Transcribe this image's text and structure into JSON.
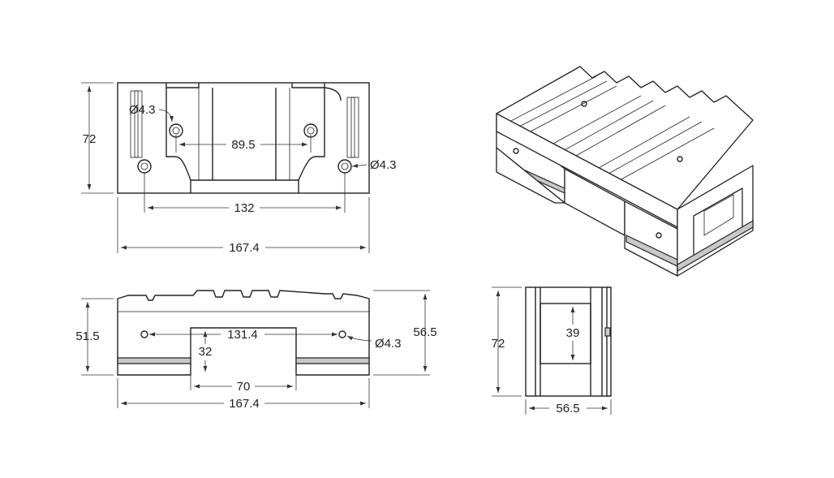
{
  "top_view": {
    "dim_height": "72",
    "hole_label_left": "Ø4.3",
    "hole_label_right": "Ø4.3",
    "dim_inner_spacing": "89.5",
    "dim_outer_spacing": "132",
    "dim_length": "167.4"
  },
  "front_view": {
    "dim_height_left": "51.5",
    "dim_height_right": "56.5",
    "dim_hole_spacing": "131.4",
    "hole_label": "Ø4.3",
    "dim_slot_height": "32",
    "dim_slot_width": "70",
    "dim_length": "167.4"
  },
  "side_view": {
    "dim_height": "72",
    "dim_window": "39",
    "dim_width": "56.5"
  },
  "colors": {
    "line": "#222222",
    "band": "#c8c8c8",
    "background": "#ffffff"
  }
}
